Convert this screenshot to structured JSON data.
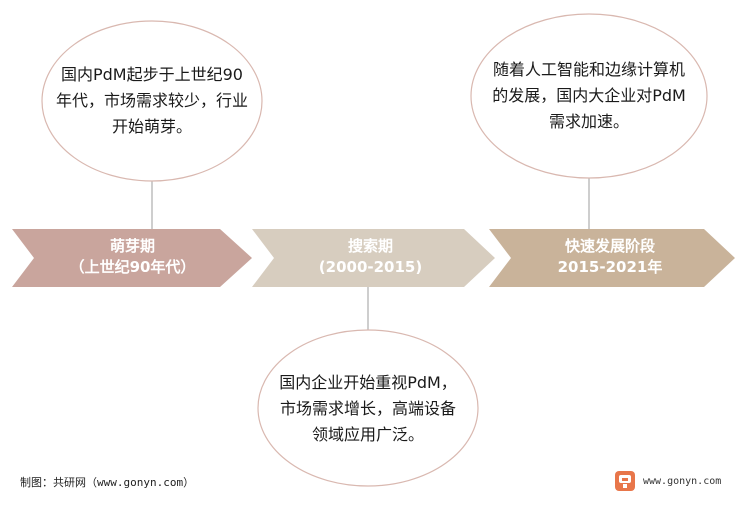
{
  "stages": [
    {
      "title": "萌芽期",
      "subtitle": "（上世纪90年代）",
      "color": "#c9a59d",
      "note": "国内PdM起步于上世纪90\n年代，市场需求较少，行业\n开始萌芽。"
    },
    {
      "title": "搜索期",
      "subtitle": "(2000-2015)",
      "color": "#d7cdbf",
      "note": "国内企业开始重视PdM，\n市场需求增长，高端设备\n领域应用广泛。"
    },
    {
      "title": "快速发展阶段",
      "subtitle": "2015-2021年",
      "color": "#c9b39a",
      "note": "随着人工智能和边缘计算机\n的发展，国内大企业对PdM\n需求加速。"
    }
  ],
  "footer": {
    "source": "制图：共研网（www.gonyn.com）",
    "site": "www.gonyn.com"
  },
  "colors": {
    "bubble_border": "#d9b8b0",
    "connector": "#9e9e9e",
    "logo": "#e8764a"
  }
}
